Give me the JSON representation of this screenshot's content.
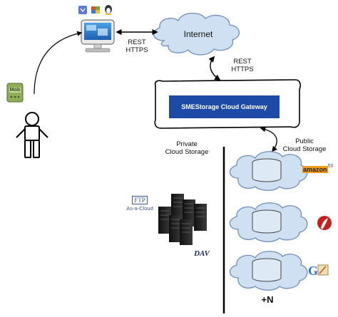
{
  "labels": {
    "internet": "Internet",
    "rest_https_left_1": "REST",
    "rest_https_left_2": "HTTPS",
    "rest_https_right_1": "REST",
    "rest_https_right_2": "HTTPS",
    "gateway": "SMEStorage Cloud Gateway",
    "private_storage_1": "Private",
    "private_storage_2": "Cloud Storage",
    "public_storage_1": "Public",
    "public_storage_2": "Cloud Storage",
    "ftp": "FTP",
    "as_a_cloud": "As-a-Cloud",
    "dav": "DAV",
    "plus_n": "+N",
    "mob": "Mob",
    "amazon": "amazon",
    "s3": "S3"
  },
  "colors": {
    "cloud_fill": "#cfe0f2",
    "cloud_stroke": "#6f8fb5",
    "gateway_button": "#1d4aa6",
    "gateway_text": "#ffffff",
    "line": "#000000",
    "phone_green": "#8fae5a",
    "server_dark": "#2a2a2a",
    "amazon_orange": "#f29a1c"
  },
  "icons": [
    "computer-icon",
    "person-icon",
    "mobile-phone-icon",
    "server-rack-icon",
    "database-icon",
    "amazon-s3-logo",
    "ftp-logo",
    "dav-logo",
    "google-logo",
    "red-provider-logo",
    "os-icons"
  ]
}
